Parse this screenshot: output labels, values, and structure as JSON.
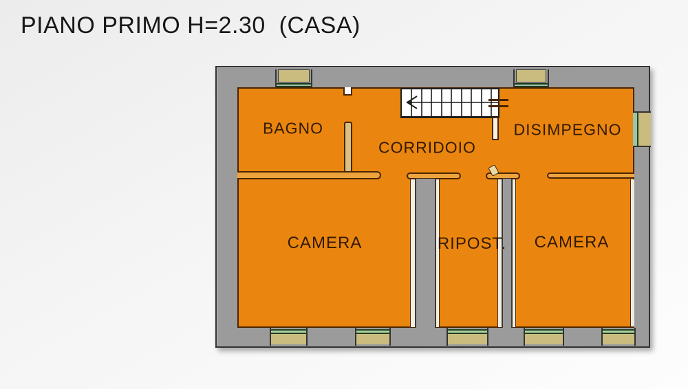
{
  "title": "PIANO PRIMO H=2.30  (CASA)",
  "floorplan": {
    "rooms": [
      {
        "name": "bagno",
        "label": "BAGNO"
      },
      {
        "name": "corridoio",
        "label": "CORRIDOIO"
      },
      {
        "name": "disimpegno",
        "label": "DISIMPEGNO"
      },
      {
        "name": "camera-left",
        "label": "CAMERA"
      },
      {
        "name": "ripostiglio",
        "label": "RIPOST."
      },
      {
        "name": "camera-right",
        "label": "CAMERA"
      }
    ],
    "stairs": {
      "location": "top-center",
      "direction_arrow": "left"
    },
    "windows": {
      "top_wall": 2,
      "right_wall": 1,
      "bottom_wall": 5
    },
    "colors": {
      "room_fill": "#EA860F",
      "wall": "#9B9B9B",
      "window_frame": "#C9BC7E",
      "window_glass": "#A4C9A4",
      "outline": "#4A2500"
    }
  }
}
